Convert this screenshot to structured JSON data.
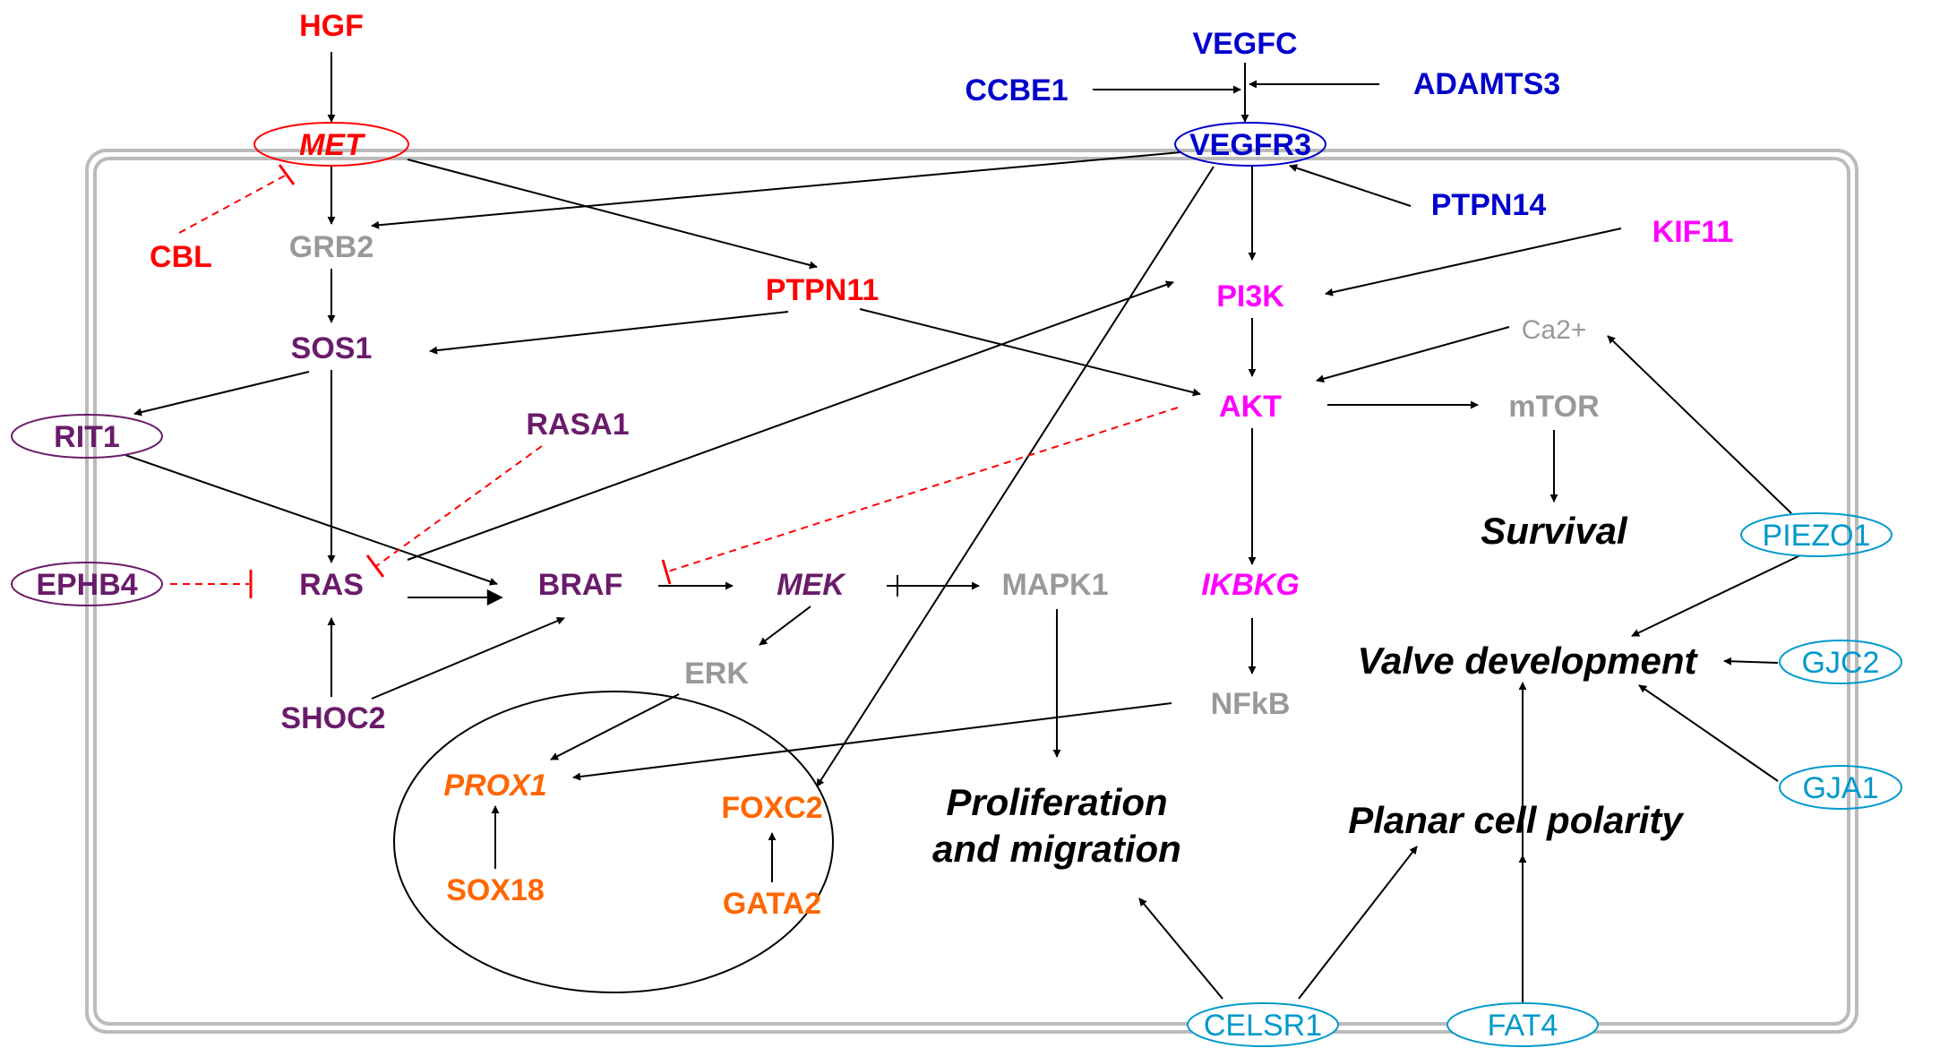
{
  "colors": {
    "red": "#ff0000",
    "darkblue": "#0000cc",
    "purple": "#6a1b6a",
    "magenta": "#ff00ff",
    "gray": "#999999",
    "orange": "#ff6600",
    "cyan": "#0099cc",
    "black": "#000000"
  },
  "nodes": {
    "hgf": "HGF",
    "met": "MET",
    "cbl": "CBL",
    "grb2": "GRB2",
    "ptpn11": "PTPN11",
    "sos1": "SOS1",
    "rit1": "RIT1",
    "rasa1": "RASA1",
    "ephb4": "EPHB4",
    "ras": "RAS",
    "braf": "BRAF",
    "mek": "MEK",
    "mapk1": "MAPK1",
    "erk": "ERK",
    "shoc2": "SHOC2",
    "prox1": "PROX1",
    "foxc2": "FOXC2",
    "sox18": "SOX18",
    "gata2": "GATA2",
    "vegfc": "VEGFC",
    "ccbe1": "CCBE1",
    "adamts3": "ADAMTS3",
    "vegfr3": "VEGFR3",
    "ptpn14": "PTPN14",
    "kif11": "KIF11",
    "pi3k": "PI3K",
    "ca2": "Ca2+",
    "akt": "AKT",
    "mtor": "mTOR",
    "ikbkg": "IKBKG",
    "nfkb": "NFkB",
    "piezo1": "PIEZO1",
    "gjc2": "GJC2",
    "gja1": "GJA1",
    "celsr1": "CELSR1",
    "fat4": "FAT4"
  },
  "processes": {
    "survival": "Survival",
    "valve": "Valve development",
    "prolif1": "Proliferation",
    "prolif2": "and migration",
    "planar": "Planar cell polarity"
  }
}
